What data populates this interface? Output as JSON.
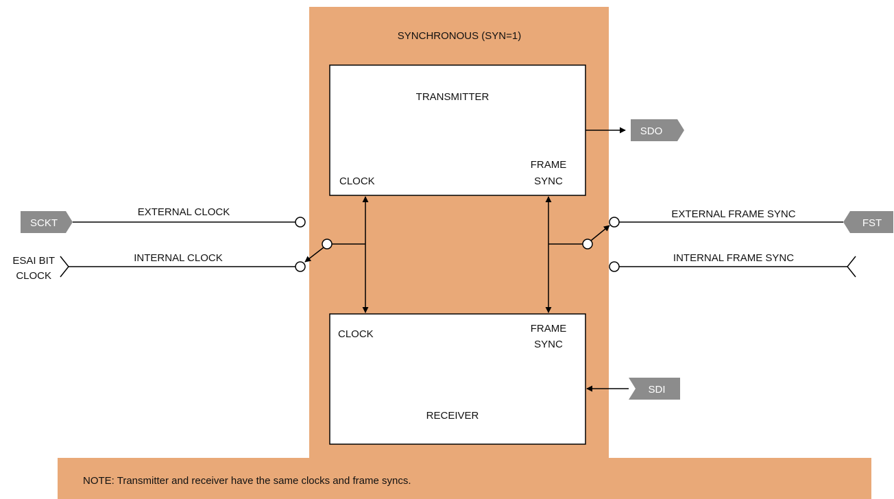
{
  "colors": {
    "region": "#e9a978",
    "pin": "#8c8c8c",
    "line": "#000000"
  },
  "region": {
    "title": "SYNCHRONOUS (SYN=1)"
  },
  "transmitter": {
    "title": "TRANSMITTER",
    "clock": "CLOCK",
    "frame_sync_1": "FRAME",
    "frame_sync_2": "SYNC"
  },
  "receiver": {
    "title": "RECEIVER",
    "clock": "CLOCK",
    "frame_sync_1": "FRAME",
    "frame_sync_2": "SYNC"
  },
  "pins": {
    "sckt": "SCKT",
    "sdo": "SDO",
    "fst": "FST",
    "sdi": "SDI"
  },
  "signals": {
    "external_clock": "EXTERNAL CLOCK",
    "internal_clock": "INTERNAL CLOCK",
    "external_frame_sync": "EXTERNAL FRAME SYNC",
    "internal_frame_sync": "INTERNAL FRAME SYNC",
    "esai_bit_1": "ESAI BIT",
    "esai_bit_2": "CLOCK"
  },
  "note": "NOTE: Transmitter and receiver have the same clocks and frame syncs."
}
